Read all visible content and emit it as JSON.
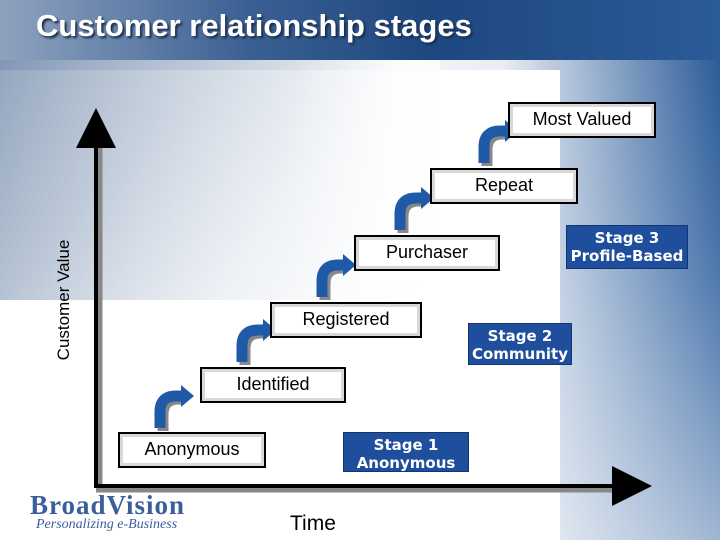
{
  "title": "Customer relationship stages",
  "axes": {
    "y_label": "Customer Value",
    "x_label": "Time"
  },
  "steps": [
    {
      "label": "Anonymous"
    },
    {
      "label": "Identified"
    },
    {
      "label": "Registered"
    },
    {
      "label": "Purchaser"
    },
    {
      "label": "Repeat"
    },
    {
      "label": "Most Valued"
    }
  ],
  "stages": [
    {
      "line1": "Stage 1",
      "line2": "Anonymous"
    },
    {
      "line1": "Stage 2",
      "line2": "Community"
    },
    {
      "line1": "Stage 3",
      "line2": "Profile-Based"
    }
  ],
  "logo": {
    "name": "BroadVision",
    "tagline": "Personalizing e-Business"
  },
  "colors": {
    "stage_fill": "#1f4e9c",
    "arrow_fill": "#1f5aa8",
    "title_text": "#ffffff"
  }
}
